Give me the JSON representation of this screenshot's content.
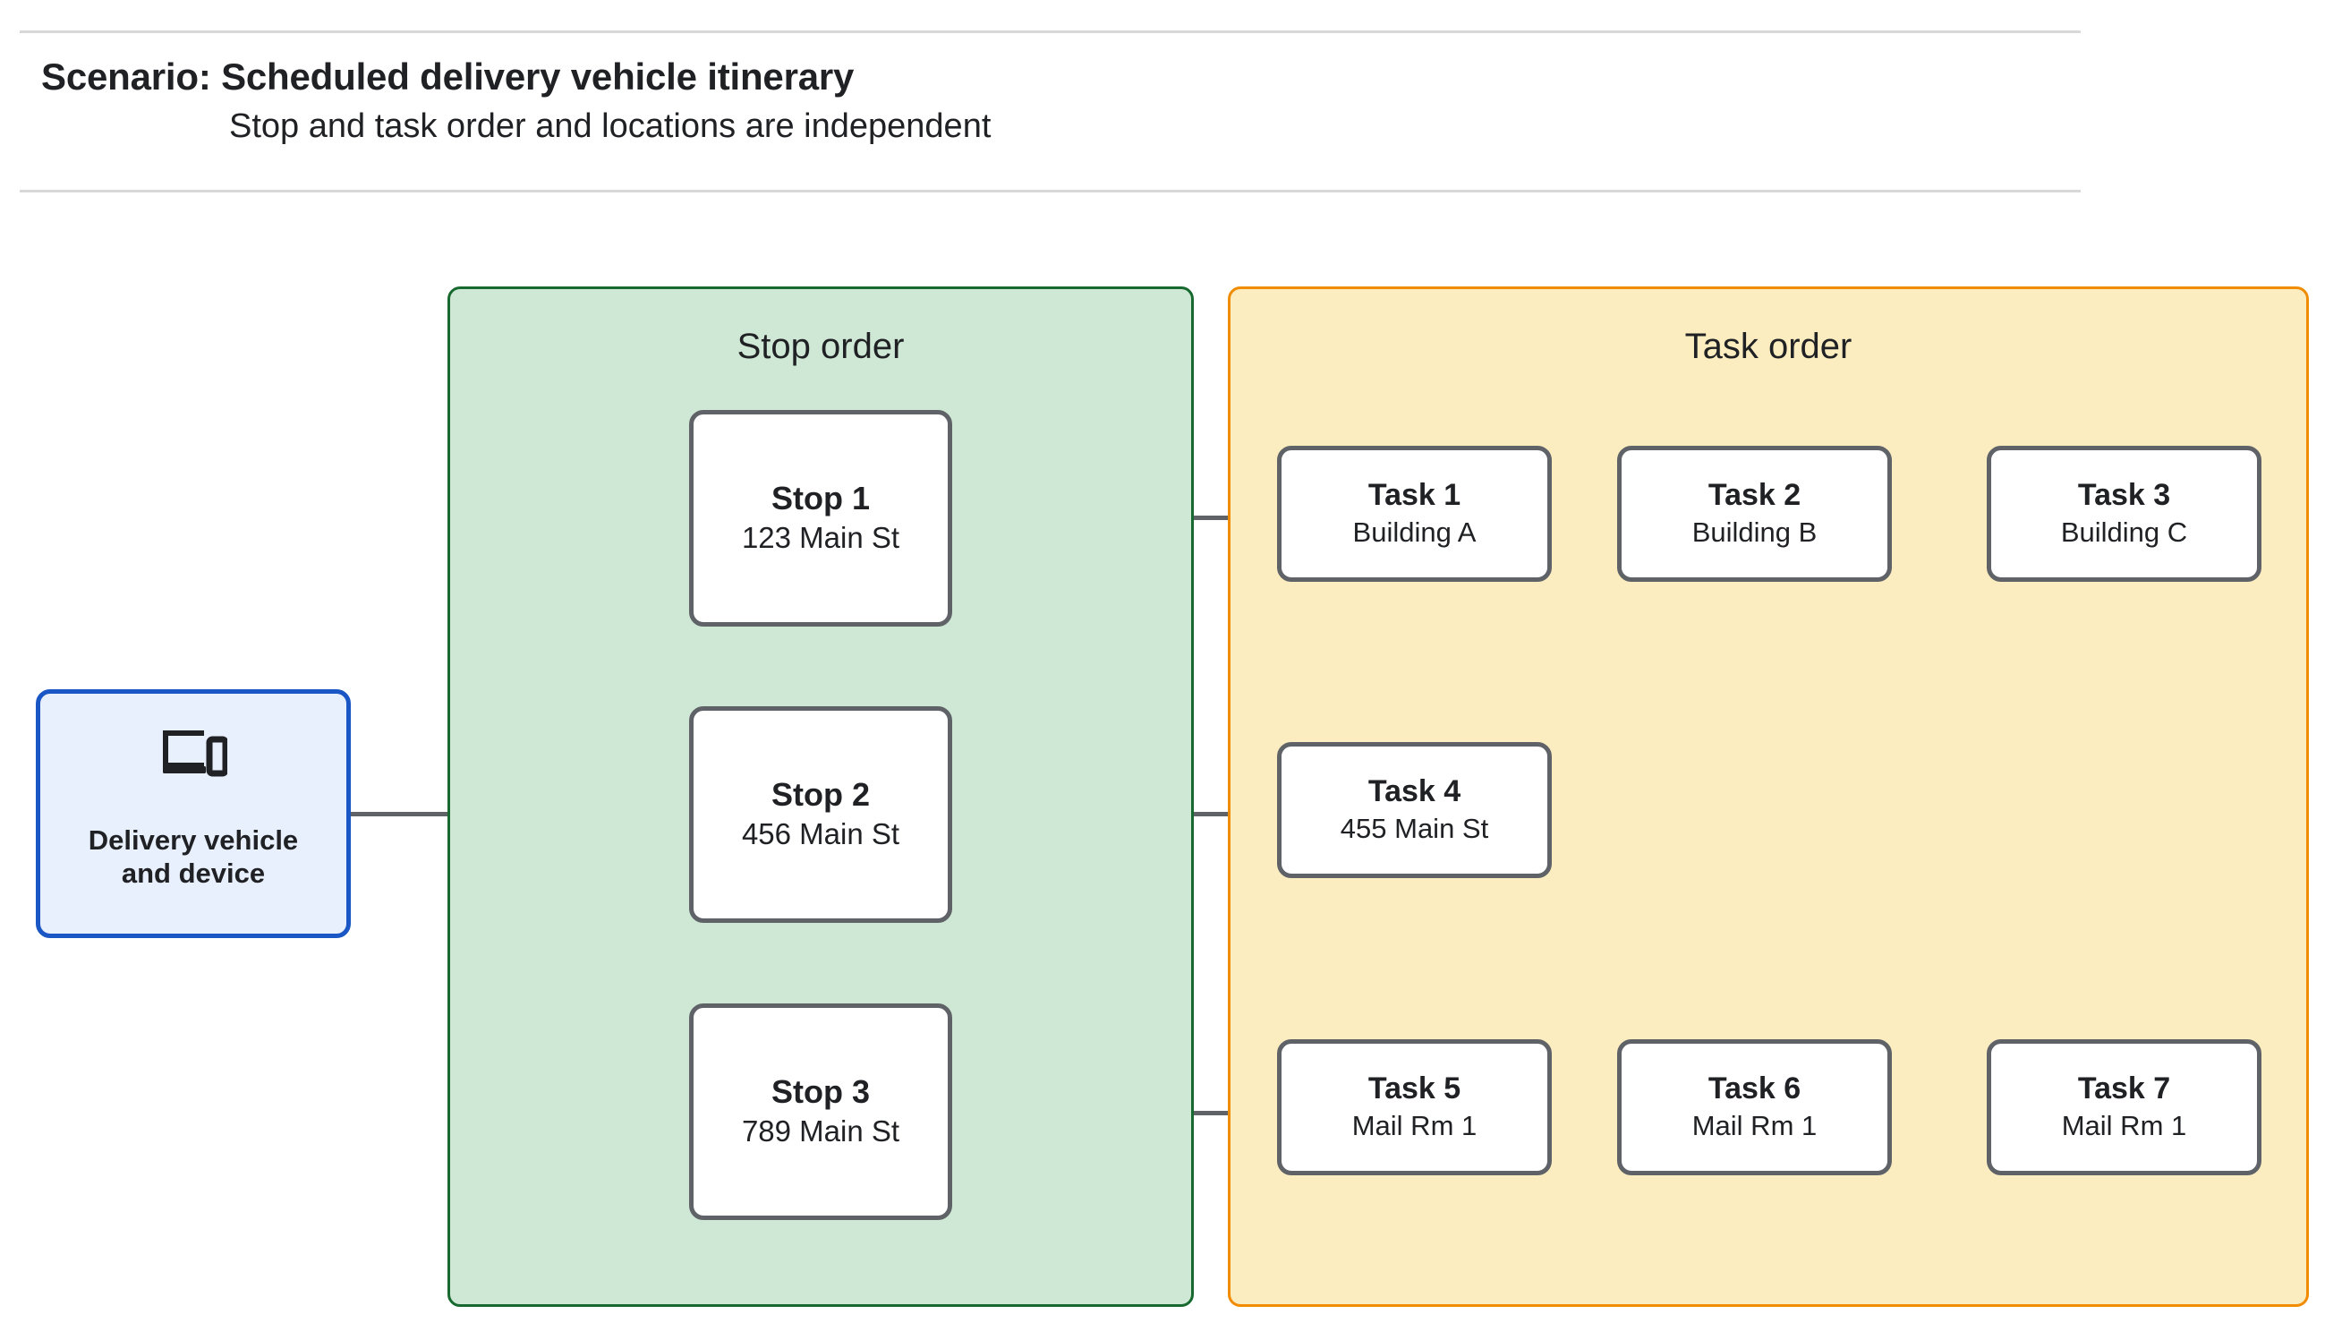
{
  "header": {
    "title": "Scenario: Scheduled delivery vehicle itinerary",
    "subtitle": "Stop and task order and locations are independent"
  },
  "vehicle": {
    "label": "Delivery vehicle\nand device",
    "icon": "devices-icon",
    "border_color": "#1a56c4",
    "fill_color": "#e8f0fe"
  },
  "stop_panel": {
    "title": "Stop order",
    "fill_color": "#cfe8d5",
    "border_color": "#17692f",
    "stops": [
      {
        "title": "Stop 1",
        "address": "123 Main St"
      },
      {
        "title": "Stop 2",
        "address": "456 Main St"
      },
      {
        "title": "Stop 3",
        "address": "789 Main St"
      }
    ]
  },
  "task_panel": {
    "title": "Task order",
    "fill_color": "#fcedc0",
    "border_color": "#f08c00",
    "rows": [
      {
        "tasks": [
          {
            "title": "Task 1",
            "location": "Building A"
          },
          {
            "title": "Task 2",
            "location": "Building B"
          },
          {
            "title": "Task 3",
            "location": "Building C"
          }
        ]
      },
      {
        "tasks": [
          {
            "title": "Task 4",
            "location": "455 Main St"
          }
        ]
      },
      {
        "tasks": [
          {
            "title": "Task 5",
            "location": "Mail Rm 1"
          },
          {
            "title": "Task 6",
            "location": "Mail Rm 1"
          },
          {
            "title": "Task 7",
            "location": "Mail Rm 1"
          }
        ]
      }
    ]
  },
  "connector_color": "#5f6368"
}
